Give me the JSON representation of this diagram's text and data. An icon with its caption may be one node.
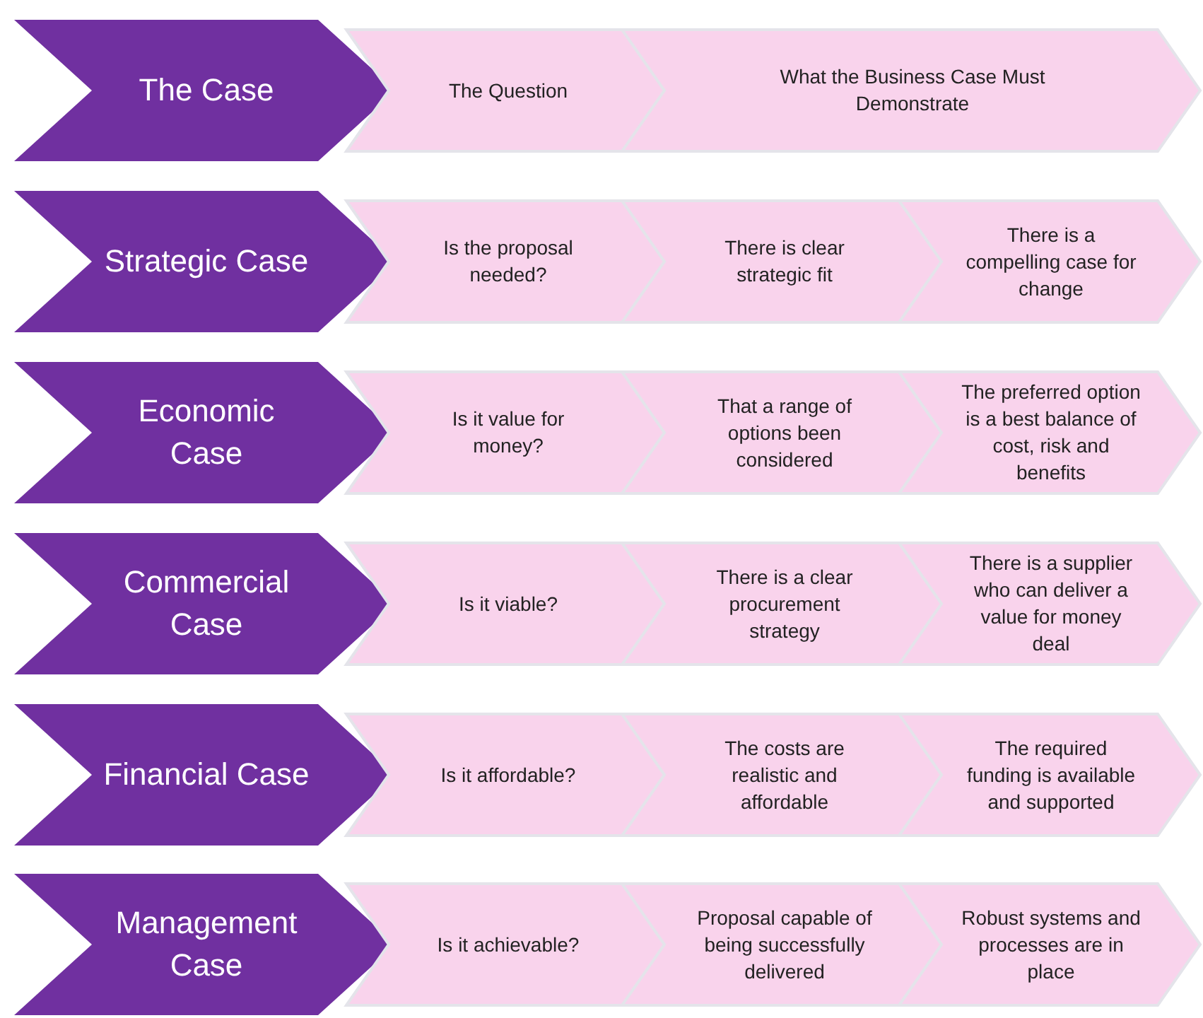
{
  "diagram": {
    "nodes": [
      {
        "text": [
          "The Case"
        ]
      },
      {
        "text": [
          "The Question"
        ]
      },
      {
        "text": [
          "What the Business Case Must Demonstrate"
        ]
      },
      {
        "text": [
          "Strategic Case"
        ]
      },
      {
        "text": [
          "Is the proposal needed?"
        ]
      },
      {
        "text": [
          "There is clear strategic fit"
        ]
      },
      {
        "text": [
          "There is a compelling case for change"
        ]
      },
      {
        "text": [
          "Economic Case"
        ]
      },
      {
        "text": [
          "Is it value for money?"
        ]
      },
      {
        "text": [
          "That a range of options been considered"
        ]
      },
      {
        "text": [
          "The preferred option is a best balance of cost, risk and benefits"
        ]
      },
      {
        "text": [
          "Commercial Case"
        ]
      },
      {
        "text": [
          "Is it viable?"
        ]
      },
      {
        "text": [
          "There is a clear procurement strategy"
        ]
      },
      {
        "text": [
          "There is a supplier who can deliver a value for money deal"
        ]
      },
      {
        "text": [
          "Financial Case"
        ]
      },
      {
        "text": [
          "Is it affordable?"
        ]
      },
      {
        "text": [
          "The costs are realistic and affordable"
        ]
      },
      {
        "text": [
          "The required funding is available and supported"
        ]
      },
      {
        "text": [
          "Management Case"
        ]
      },
      {
        "text": [
          "Is it achievable?"
        ]
      },
      {
        "text": [
          "Proposal capable of being successfully delivered"
        ]
      },
      {
        "text": [
          "Robust systems and processes are in place"
        ]
      }
    ]
  }
}
